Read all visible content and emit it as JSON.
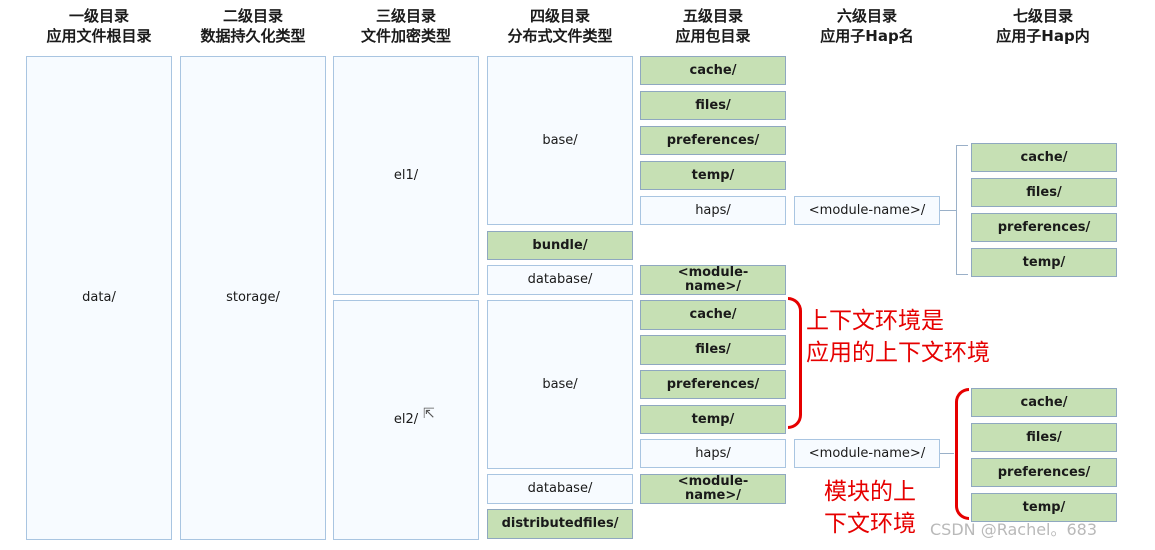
{
  "headers": [
    {
      "line1": "一级目录",
      "line2": "应用文件根目录"
    },
    {
      "line1": "二级目录",
      "line2": "数据持久化类型"
    },
    {
      "line1": "三级目录",
      "line2": "文件加密类型"
    },
    {
      "line1": "四级目录",
      "line2": "分布式文件类型"
    },
    {
      "line1": "五级目录",
      "line2": "应用包目录"
    },
    {
      "line1": "六级目录",
      "line2": "应用子Hap名"
    },
    {
      "line1": "七级目录",
      "line2": "应用子Hap内"
    }
  ],
  "level1": {
    "data": "data/"
  },
  "level2": {
    "storage": "storage/"
  },
  "level3": {
    "el1": "el1/",
    "el2": "el2/"
  },
  "level4": {
    "el1_base": "base/",
    "el1_bundle": "bundle/",
    "el1_database": "database/",
    "el2_base": "base/",
    "el2_database": "database/",
    "el2_distributedfiles": "distributedfiles/"
  },
  "level5": {
    "el1_cache": "cache/",
    "el1_files": "files/",
    "el1_preferences": "preferences/",
    "el1_temp": "temp/",
    "el1_haps": "haps/",
    "el1_db_module": "<module-name>/",
    "el2_cache": "cache/",
    "el2_files": "files/",
    "el2_preferences": "preferences/",
    "el2_temp": "temp/",
    "el2_haps": "haps/",
    "el2_db_module": "<module-name>/"
  },
  "level6": {
    "el1_module": "<module-name>/",
    "el2_module": "<module-name>/"
  },
  "level7": {
    "el1_cache": "cache/",
    "el1_files": "files/",
    "el1_preferences": "preferences/",
    "el1_temp": "temp/",
    "el2_cache": "cache/",
    "el2_files": "files/",
    "el2_preferences": "preferences/",
    "el2_temp": "temp/"
  },
  "annotations": {
    "app_context_line1": "上下文环境是",
    "app_context_line2": "应用的上下文环境",
    "module_context_line1": "模块的上",
    "module_context_line2": "下文环境"
  },
  "watermark": "CSDN @Rachel。683",
  "colors": {
    "green_fill": "#c6e0b4",
    "blue_fill": "#f7fbff",
    "annotation_red": "#e60000"
  }
}
